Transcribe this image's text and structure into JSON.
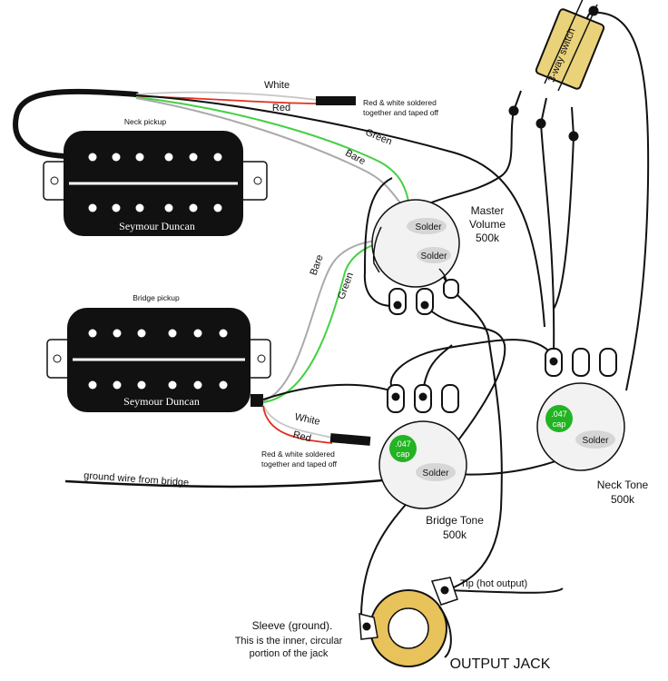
{
  "pickups": {
    "neck": {
      "title": "Neck pickup",
      "brand": "Seymour Duncan"
    },
    "bridge": {
      "title": "Bridge pickup",
      "brand": "Seymour Duncan"
    }
  },
  "wires": {
    "neck_white": "White",
    "neck_red": "Red",
    "neck_green": "Green",
    "neck_bare": "Bare",
    "neck_tape_note_line1": "Red & white soldered",
    "neck_tape_note_line2": "together and taped off",
    "bridge_bare": "Bare",
    "bridge_green": "Green",
    "bridge_white": "White",
    "bridge_red": "Red",
    "bridge_tape_note_line1": "Red & white soldered",
    "bridge_tape_note_line2": "together and taped off",
    "ground_from_bridge": "ground wire from bridge"
  },
  "switch": {
    "label": "3-way switch"
  },
  "pots": {
    "master_volume": {
      "name": "Master",
      "name2": "Volume",
      "value": "500k",
      "solder1": "Solder",
      "solder2": "Solder"
    },
    "bridge_tone": {
      "name": "Bridge Tone",
      "value": "500k",
      "solder": "Solder",
      "cap_value": ".047",
      "cap_unit": "cap"
    },
    "neck_tone": {
      "name": "Neck Tone",
      "value": "500k",
      "solder": "Solder",
      "cap_value": ".047",
      "cap_unit": "cap"
    }
  },
  "jack": {
    "title": "OUTPUT JACK",
    "tip_label": "Tip (hot output)",
    "sleeve_line1": "Sleeve (ground).",
    "sleeve_line2": "This is the inner, circular",
    "sleeve_line3": "portion of the jack"
  },
  "colors": {
    "pickup_body": "#111111",
    "wire_black": "#111111",
    "wire_white": "#c8c8c8",
    "wire_red": "#e0301e",
    "wire_green": "#44d044",
    "wire_bare": "#aaaaaa",
    "pot_body": "#f2f2f2",
    "solder_blob": "#d6d6d6",
    "cap_green": "#22b422",
    "switch_body": "#ead27a",
    "jack_ring": "#e8c25a"
  }
}
